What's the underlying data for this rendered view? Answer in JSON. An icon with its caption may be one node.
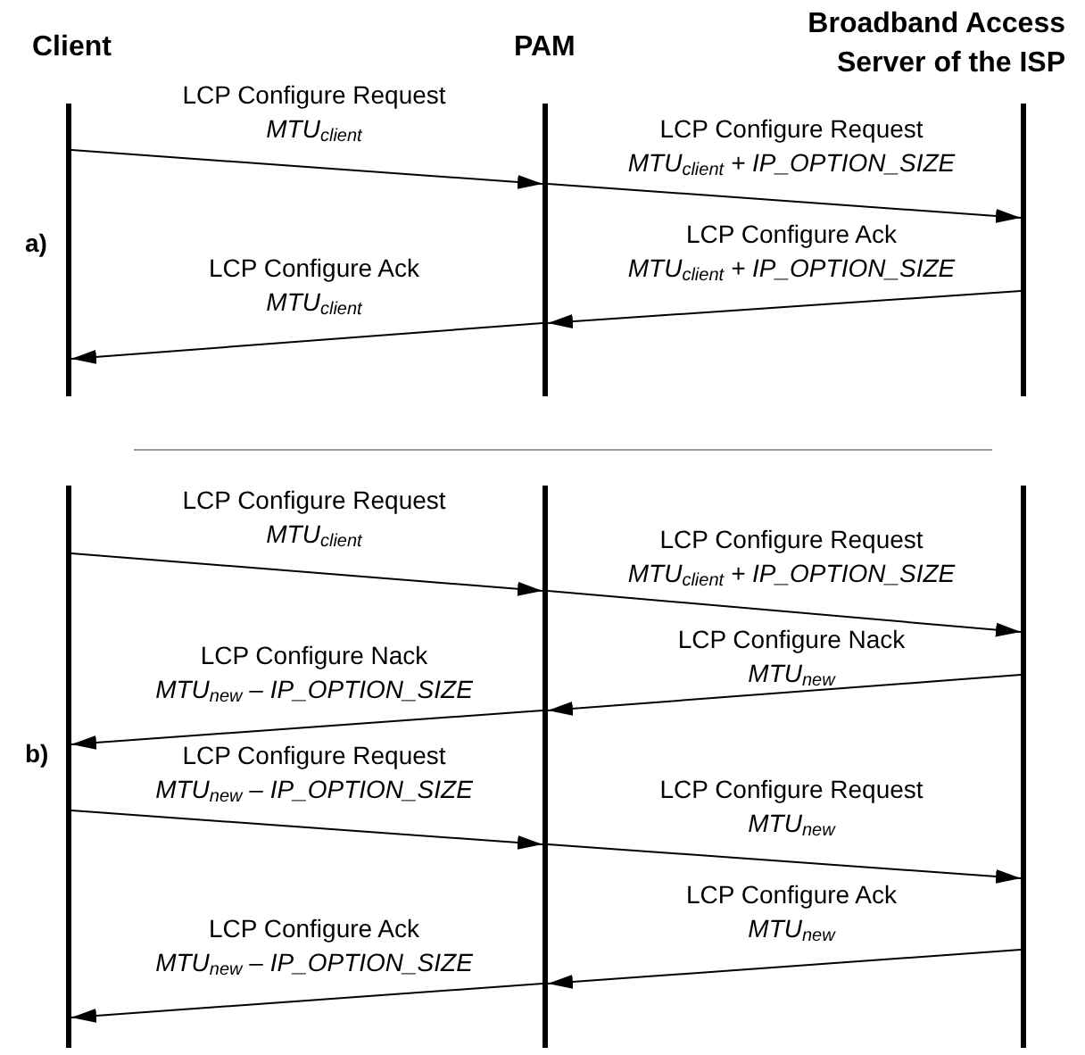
{
  "diagram": {
    "nodes": [
      {
        "text": [
          "Client"
        ]
      },
      {
        "text": [
          "PAM"
        ]
      },
      {
        "text": [
          "Broadband Access Server of the ISP"
        ]
      },
      {
        "text": [],
        "shape": "bar"
      },
      {
        "text": [],
        "shape": "bar"
      },
      {
        "text": [],
        "shape": "bar"
      },
      {
        "text": [],
        "shape": "bar"
      },
      {
        "text": [],
        "shape": "bar"
      },
      {
        "text": [],
        "shape": "bar"
      }
    ],
    "edges": [
      {
        "from": 3,
        "to": 4,
        "arrow": "to",
        "label": "LCP Configure Request *MTU*$_{client}$"
      },
      {
        "from": 4,
        "to": 5,
        "arrow": "to",
        "label": "LCP Configure Request *MTU*$_{client}$ *+ IP_OPTION_SIZE*"
      },
      {
        "from": 5,
        "to": 4,
        "arrow": "to",
        "label": "LCP Configure Ack *MTU*$_{client}$ *+ IP_OPTION_SIZE*"
      },
      {
        "from": 4,
        "to": 3,
        "arrow": "to",
        "label": "LCP Configure Ack *MTU*$_{client}$"
      },
      {
        "from": 6,
        "to": 7,
        "arrow": "to",
        "label": "LCP Configure Request *MTU*$_{client}$"
      },
      {
        "from": 7,
        "to": 8,
        "arrow": "to",
        "label": "LCP Configure Request *MTU*$_{client}$ *+ IP_OPTION_SIZE*"
      },
      {
        "from": 8,
        "to": 7,
        "arrow": "to",
        "label": "LCP Configure Nack *MTU*$_{new}$"
      },
      {
        "from": 7,
        "to": 6,
        "arrow": "to",
        "label": "LCP Configure Nack *MTU*$_{new}$ *– IP_OPTION_SIZE*"
      },
      {
        "from": 6,
        "to": 7,
        "arrow": "to",
        "label": "LCP Configure Request *MTU*$_{new}$ *– IP_OPTION_SIZE*"
      },
      {
        "from": 7,
        "to": 8,
        "arrow": "to",
        "label": "LCP Configure Request *MTU*$_{new}$"
      },
      {
        "from": 8,
        "to": 7,
        "arrow": "to",
        "label": "LCP Configure Ack *MTU*$_{new}$"
      },
      {
        "from": 7,
        "to": 6,
        "arrow": "to",
        "label": "LCP Configure Ack *MTU*$_{new}$ *– IP_OPTION_SIZE*"
      }
    ],
    "labels": [
      "a)",
      "b)"
    ]
  }
}
